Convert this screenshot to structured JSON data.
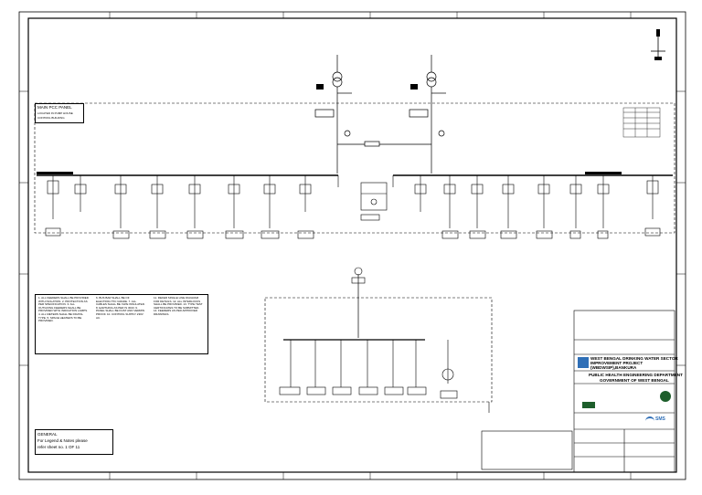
{
  "panel": {
    "title": "MAIN PCC PANEL",
    "subtitle_1": "LOCATED IN PUMP HOUSE",
    "subtitle_2": "CONTROL BUILDING"
  },
  "general_box": {
    "heading": "GENERAL",
    "line_1": "For Legend & Notes please",
    "line_2": "refer sheet no. 1 OF 11"
  },
  "title_block": {
    "project_line_1": "WEST BENGAL DRINKING WATER SECTOR",
    "project_line_2": "IMPROVEMENT PROJECT",
    "project_line_3": "(WBDWSIP),BANKURA",
    "client_line_1": "PUBLIC HEALTH ENGINEERING DEPARTMENT",
    "client_line_2": "GOVERNMENT OF WEST BENGAL",
    "consultant_logo": "SMS"
  },
  "notes": {
    "col1": "1. ALL FEEDERS SHALL BE PROVIDED WITH ISOLATION. 2. PROTECTION AS PER SPECIFICATION. 3. ALL OUTGOING FEEDERS SHALL BE PROVIDED WITH INDICATION LAMPS. 4. ALL METERS SHALL BE DIGITAL TYPE. 5. SPACE HEATERS TO BE PROVIDED.",
    "col2": "6. BUS BAR SHALL BE OF ELECTROLYTIC GRADE. 7. ALL CABLES SHALL BE XLPE INSULATED. 8. EARTHING AS PER IS 3043. 9. PANEL SHALL BE DUST AND VERMIN PROOF. 10. CONTROL SUPPLY 230V AC.",
    "col3": "11. REFER SINGLE LINE DIAGRAM FOR DETAILS. 12. ALL INTERLOCKS SHALL BE PROVIDED. 13. TYPE TEST CERTIFICATES TO BE SUBMITTED. 14. FEEDERS AS PER APPROVED DRAWINGS."
  },
  "icons": [
    "north-arrow-icon",
    "transformer-icon",
    "breaker-icon",
    "motor-icon",
    "logo-icon"
  ],
  "colors": {
    "line": "#000000",
    "logo_blue": "#2f6fb7",
    "logo_green": "#1d5e2b"
  }
}
